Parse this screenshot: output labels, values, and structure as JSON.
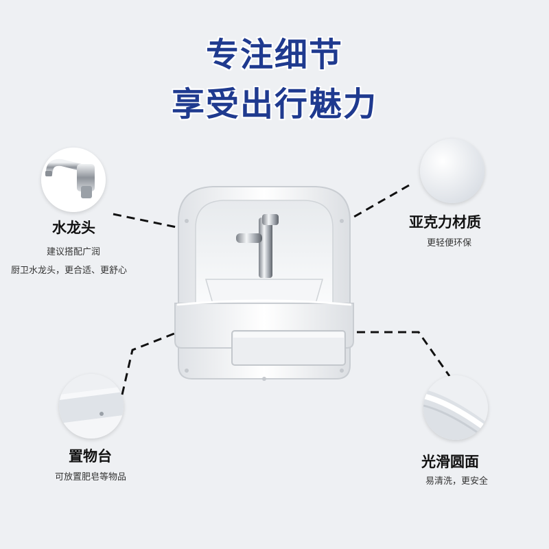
{
  "headline": {
    "line1": "专注细节",
    "line2": "享受出行魅力"
  },
  "features": {
    "faucet": {
      "title": "水龙头",
      "desc_line1": "建议搭配广润",
      "desc_line2": "厨卫水龙头，更合适、更舒心",
      "icon": "faucet-icon"
    },
    "material": {
      "title": "亚克力材质",
      "desc_line1": "更轻便环保",
      "icon": "acrylic-material-icon"
    },
    "shelf": {
      "title": "置物台",
      "desc_line1": "可放置肥皂等物品",
      "icon": "shelf-icon"
    },
    "edge": {
      "title": "光滑圆面",
      "desc_line1": "易清洗，更安全",
      "icon": "rounded-edge-icon"
    }
  },
  "colors": {
    "headline": "#1f3a8f",
    "background": "#eef0f3"
  }
}
